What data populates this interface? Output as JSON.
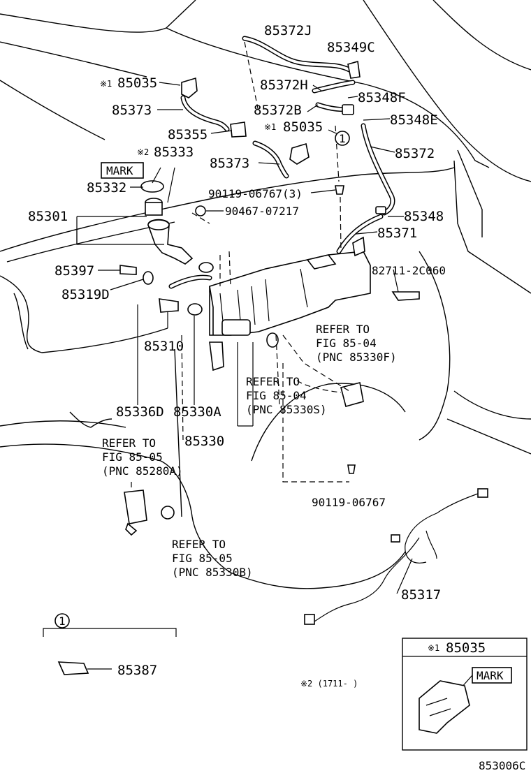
{
  "labels": {
    "p85372J": "85372J",
    "p85349C": "85349C",
    "p85035_a": "85035",
    "p85372H": "85372H",
    "p85348F": "85348F",
    "p85373_a": "85373",
    "p85372B": "85372B",
    "p85348E": "85348E",
    "p85035_b": "85035",
    "p85355": "85355",
    "p85372": "85372",
    "p85333": "85333",
    "p85373_b": "85373",
    "mark_a": "MARK",
    "p85332": "85332",
    "p90119_3": "90119-06767(3)",
    "p85301": "85301",
    "p90467": "90467-07217",
    "p85348": "85348",
    "p85371": "85371",
    "p85397": "85397",
    "p82711": "82711-2C060",
    "p85319D": "85319D",
    "p85310": "85310",
    "p85336D": "85336D",
    "p85330A": "85330A",
    "p85330": "85330",
    "p90119": "90119-06767",
    "p85317": "85317",
    "p85387": "85387",
    "inset_part": "85035",
    "mark_b": "MARK",
    "diagram_code": "853006C"
  },
  "markers": {
    "note1": "※1",
    "note2": "※2",
    "circle1": "1"
  },
  "notes": {
    "note2_text": "※2 (1711-    )"
  },
  "refs": {
    "f85330F": [
      "REFER TO",
      "FIG 85-04",
      "(PNC 85330F)"
    ],
    "f85330S": [
      "REFER TO",
      "FIG 85-04",
      "(PNC 85330S)"
    ],
    "f85280A": [
      "REFER TO",
      "FIG 85-05",
      "(PNC 85280A)"
    ],
    "f85330B": [
      "REFER TO",
      "FIG 85-05",
      "(PNC 85330B)"
    ]
  }
}
